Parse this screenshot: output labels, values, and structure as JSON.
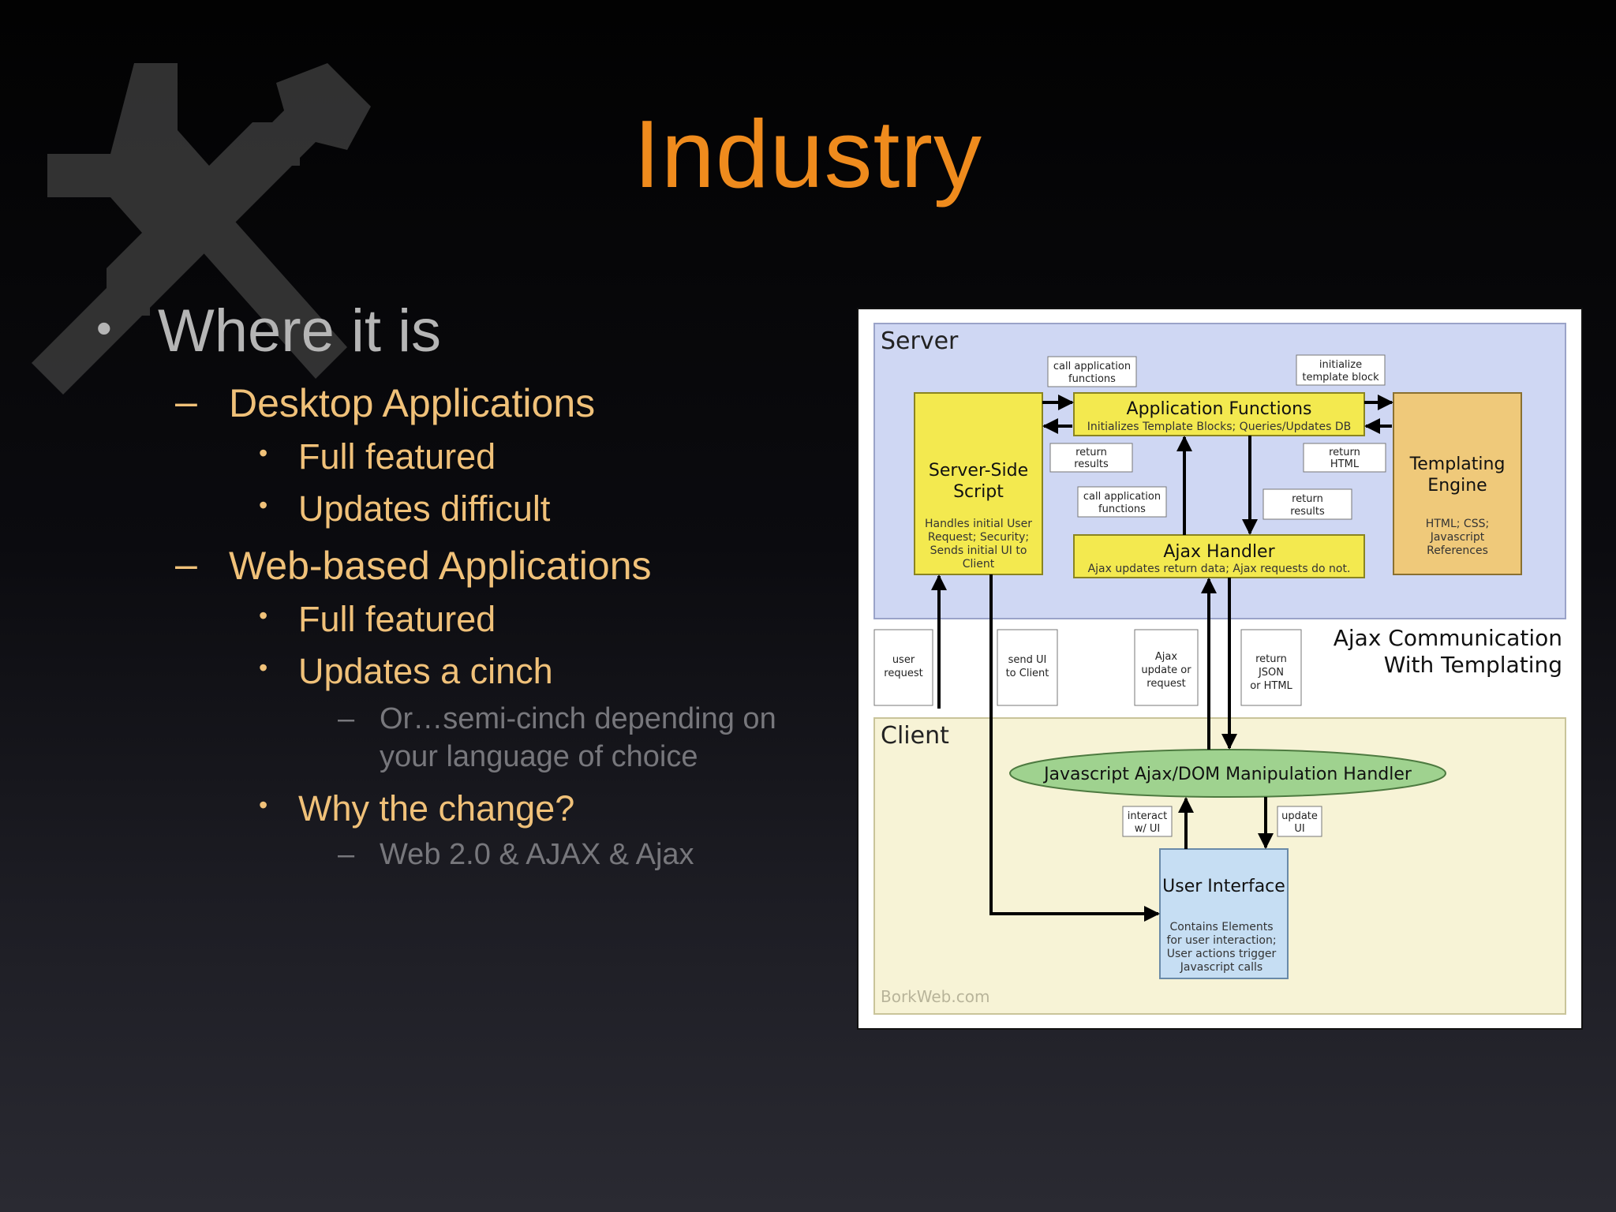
{
  "slide": {
    "title": "Industry",
    "bullets": {
      "where_it_is": "Where it is",
      "desktop_apps": "Desktop Applications",
      "desktop_full": "Full featured",
      "desktop_updates": "Updates difficult",
      "web_apps": "Web-based Applications",
      "web_full": "Full featured",
      "web_updates": "Updates a cinch",
      "semi_cinch_line1": "Or…semi-cinch depending on",
      "semi_cinch_line2": "your language of choice",
      "why_change": "Why the change?",
      "web20": "Web 2.0 & AJAX & Ajax"
    },
    "markers": {
      "bullet": "•",
      "dash": "–"
    }
  },
  "diagram": {
    "server_label": "Server",
    "client_label": "Client",
    "caption_line1": "Ajax Communication",
    "caption_line2": "With Templating",
    "credit": "BorkWeb.com",
    "server_side_script": {
      "title1": "Server-Side",
      "title2": "Script",
      "desc1": "Handles initial User",
      "desc2": "Request; Security;",
      "desc3": "Sends initial UI to",
      "desc4": "Client"
    },
    "application_functions": {
      "title": "Application Functions",
      "desc": "Initializes Template Blocks; Queries/Updates DB"
    },
    "templating_engine": {
      "title1": "Templating",
      "title2": "Engine",
      "desc1": "HTML; CSS;",
      "desc2": "Javascript",
      "desc3": "References"
    },
    "ajax_handler": {
      "title": "Ajax Handler",
      "desc": "Ajax updates return data; Ajax requests do not."
    },
    "js_handler": "Javascript Ajax/DOM Manipulation Handler",
    "user_interface": {
      "title": "User Interface",
      "desc1": "Contains Elements",
      "desc2": "for user interaction;",
      "desc3": "User actions trigger",
      "desc4": "Javascript calls"
    },
    "labels": {
      "call_app_1a": "call application",
      "call_app_1b": "functions",
      "init_tpl_a": "initialize",
      "init_tpl_b": "template block",
      "return_results_1a": "return",
      "return_results_1b": "results",
      "return_html_a": "return",
      "return_html_b": "HTML",
      "call_app_2a": "call application",
      "call_app_2b": "functions",
      "return_results_2a": "return",
      "return_results_2b": "results",
      "user_request_a": "user",
      "user_request_b": "request",
      "send_ui_a": "send UI",
      "send_ui_b": "to Client",
      "ajax_req_a": "Ajax",
      "ajax_req_b": "update or",
      "ajax_req_c": "request",
      "return_json_a": "return",
      "return_json_b": "JSON",
      "return_json_c": "or HTML",
      "interact_a": "interact",
      "interact_b": "w/ UI",
      "update_ui_a": "update",
      "update_ui_b": "UI"
    }
  }
}
